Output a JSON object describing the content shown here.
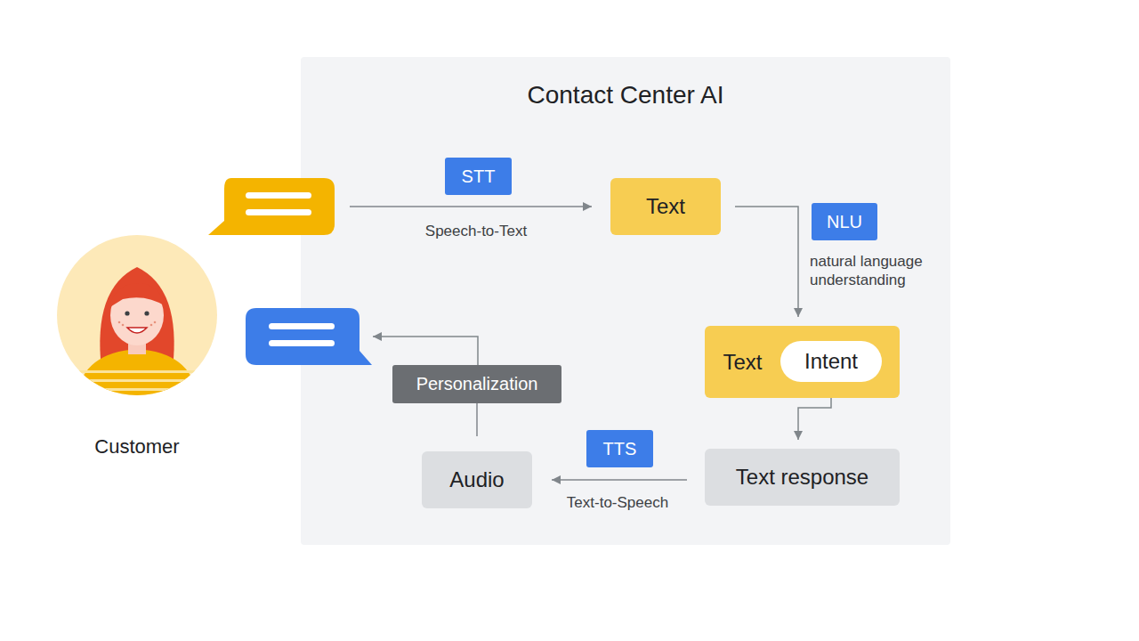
{
  "diagram": {
    "nodes": [
      {
        "text": [
          "Contact Center AI"
        ]
      },
      {
        "text": [
          "STT"
        ],
        "in": 0
      },
      {
        "text": [
          "Text"
        ],
        "in": 0
      },
      {
        "text": [
          "NLU"
        ],
        "in": 0
      },
      {
        "text": [
          "Text"
        ],
        "in": 0
      },
      {
        "text": [
          "Intent"
        ],
        "in": 4
      },
      {
        "text": [
          "Personalization"
        ],
        "in": 0
      },
      {
        "text": [
          "TTS"
        ],
        "in": 0
      },
      {
        "text": [
          "Audio"
        ],
        "in": 0
      },
      {
        "text": [
          "Text response"
        ],
        "in": 0
      },
      {
        "text": [
          "Customer"
        ]
      }
    ],
    "edges": [
      {
        "from": 2,
        "to": 4,
        "arrow": "to"
      },
      {
        "from": 5,
        "to": 9,
        "arrow": "to"
      },
      {
        "from": 9,
        "to": 8,
        "arrow": "to"
      },
      {
        "from": 8,
        "to": 6,
        "arrow": "none"
      }
    ],
    "labels": [
      "Speech-to-Text",
      "natural language understanding",
      "Text-to-Speech"
    ]
  }
}
